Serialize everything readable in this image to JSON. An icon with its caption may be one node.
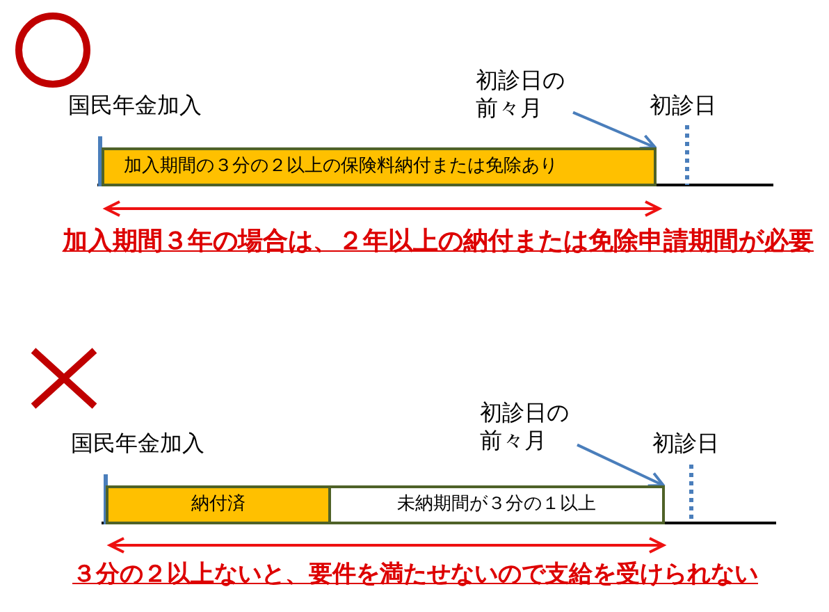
{
  "diagram": {
    "nodes": [
      {
        "text": [
          "初診日の前々月"
        ]
      },
      {
        "text": [
          "加入期間の３分の２以上の保険料納付または免除あり"
        ]
      },
      {
        "text": [
          "初診日の前々月"
        ]
      },
      {
        "text": [
          "納付済"
        ]
      },
      {
        "text": [
          "未納期間が３分の１以上"
        ]
      }
    ],
    "edges": [
      {
        "from": 0,
        "to": 1,
        "arrow": "to"
      },
      {
        "from": 2,
        "to": 4,
        "arrow": "to"
      }
    ],
    "labels": [
      "国民年金加入",
      "初診日",
      "加入期間３年の場合は、２年以上の納付または免除申請期間が必要",
      "国民年金加入",
      "初診日",
      "３分の２以上ないと、要件を満たせないので支給を受けられない"
    ]
  }
}
